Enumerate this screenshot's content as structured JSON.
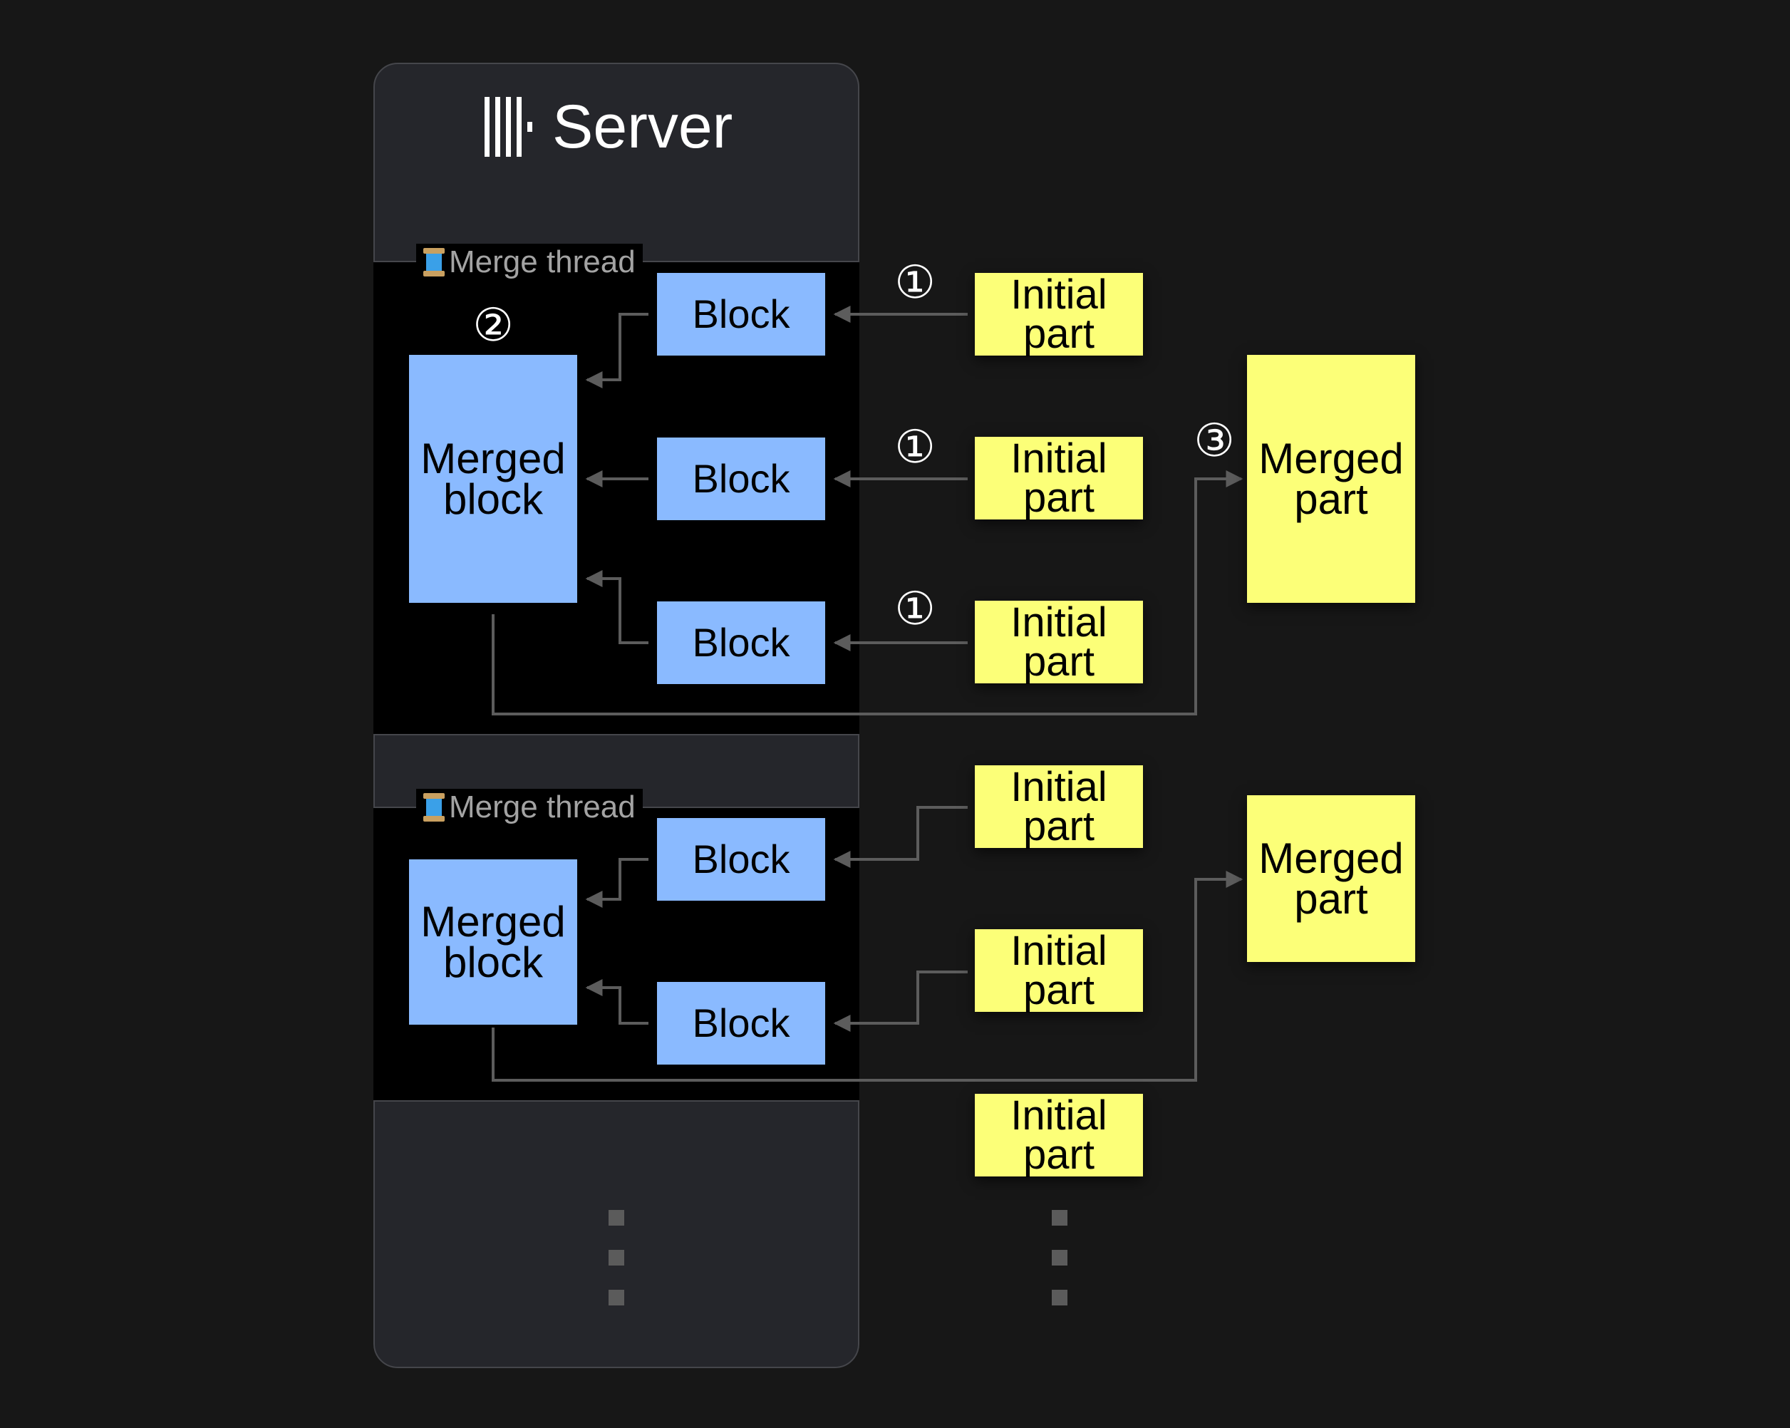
{
  "server": {
    "title": "Server"
  },
  "threads": [
    {
      "label": "Merge thread",
      "merged_block": [
        "Merged",
        "block"
      ],
      "blocks": [
        "Block",
        "Block",
        "Block"
      ]
    },
    {
      "label": "Merge thread",
      "merged_block": [
        "Merged",
        "block"
      ],
      "blocks": [
        "Block",
        "Block"
      ]
    }
  ],
  "initial_part": [
    "Initial",
    "part"
  ],
  "merged_part": [
    "Merged",
    "part"
  ],
  "steps": {
    "one": "①",
    "two": "②",
    "three": "③"
  },
  "colors": {
    "background": "#171717",
    "server": "#25262b",
    "thread": "#000000",
    "block": "#8abaff",
    "part": "#fcff78",
    "connector": "#5c5c5c"
  },
  "icons": {
    "logo": "columns-logo-icon",
    "thread": "spool-of-thread-icon"
  }
}
